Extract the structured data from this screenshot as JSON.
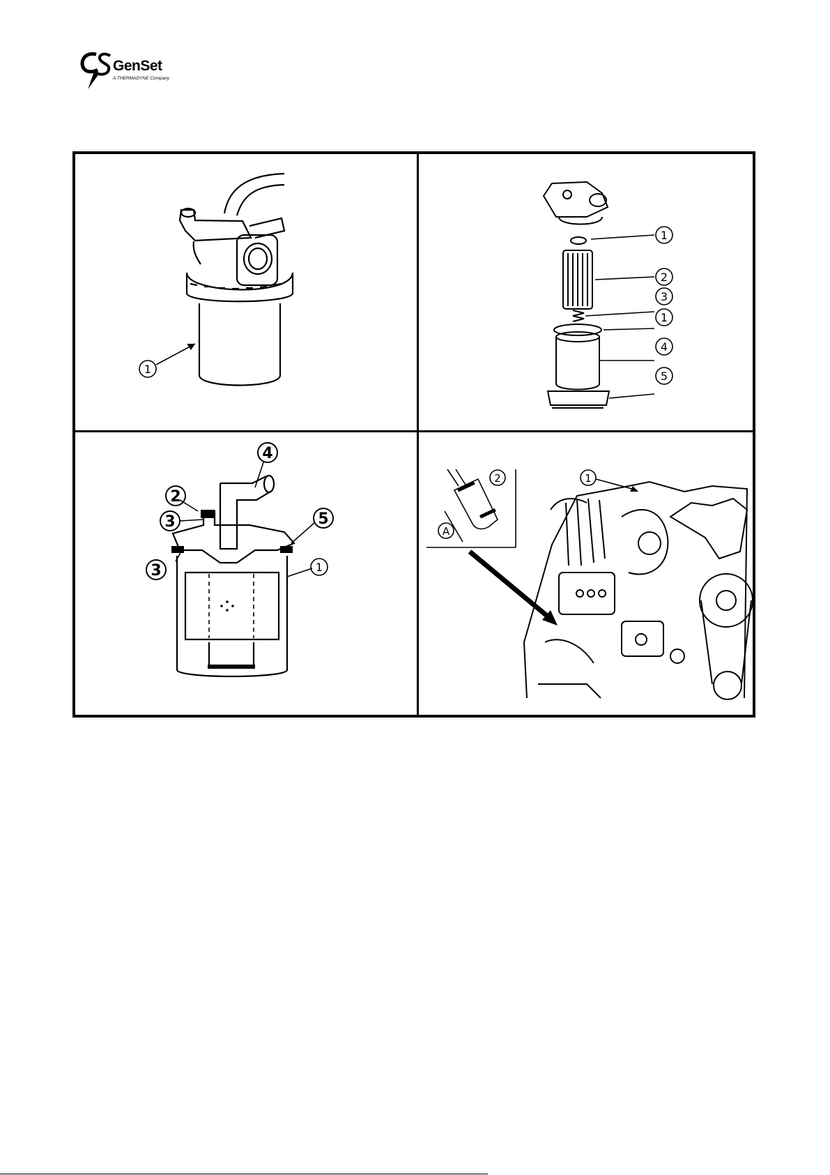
{
  "logo": {
    "brand": "GenSet",
    "tagline": "A THERMADYNE Company",
    "colors": {
      "ink": "#000000"
    }
  },
  "figures": {
    "top_left": {
      "callouts": [
        "1"
      ]
    },
    "top_right": {
      "callouts": [
        "1",
        "2",
        "3",
        "1",
        "4",
        "5"
      ]
    },
    "bottom_left": {
      "callouts": [
        "4",
        "2",
        "3",
        "5",
        "3",
        "1"
      ]
    },
    "bottom_right": {
      "callouts": [
        "1",
        "2",
        "A"
      ]
    }
  }
}
